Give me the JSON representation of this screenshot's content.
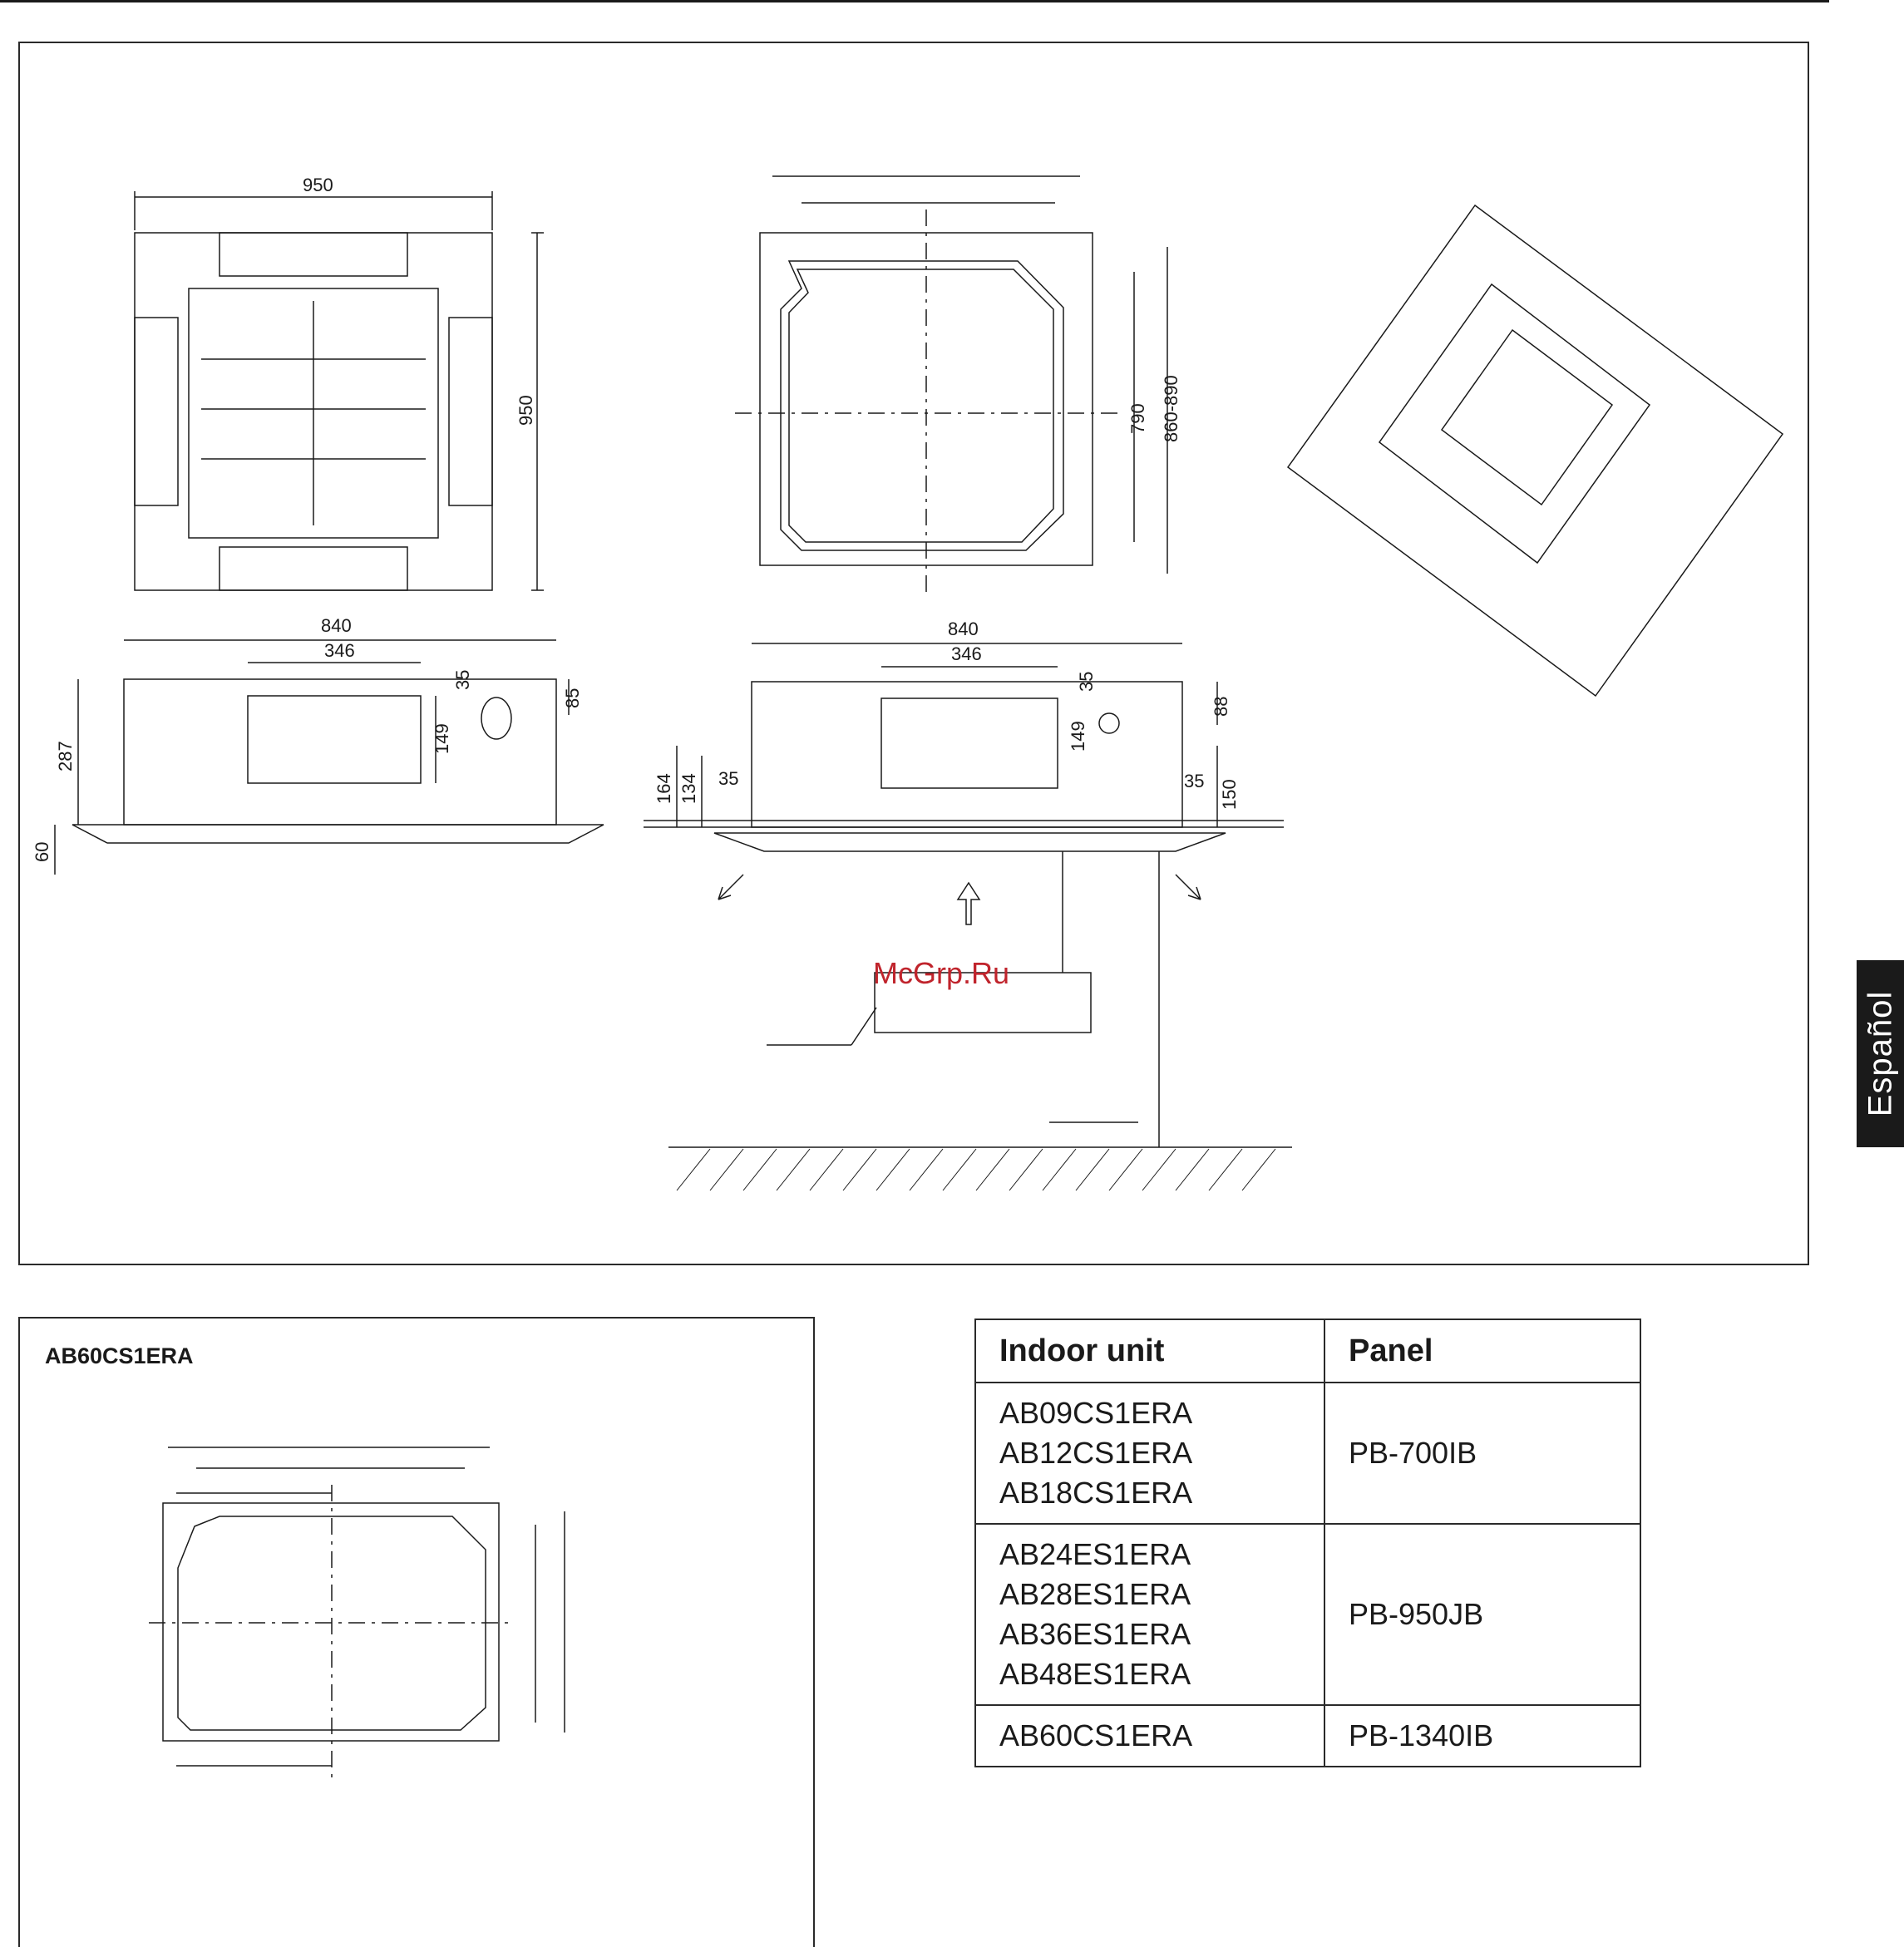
{
  "language_tab": "Español",
  "watermark": "McGrp.Ru",
  "dimensions": {
    "top_width": "950",
    "top_height": "950",
    "side_width": "840",
    "side_inner": "346",
    "side_35": "35",
    "side_149": "149",
    "side_85": "85",
    "side_287": "287",
    "side_60": "60",
    "mount_790": "790",
    "mount_860_890": "860-890",
    "front_width": "840",
    "front_inner": "346",
    "front_35": "35",
    "front_149": "149",
    "front_88": "88",
    "front_164": "164",
    "front_134": "134",
    "front_35b": "35",
    "front_35c": "35",
    "front_150": "150"
  },
  "ab60_box": {
    "title": "AB60CS1ERA"
  },
  "panel_table": {
    "headers": [
      "Indoor unit",
      "Panel"
    ],
    "rows": [
      {
        "units": [
          "AB09CS1ERA",
          "AB12CS1ERA",
          "AB18CS1ERA"
        ],
        "panel": "PB-700IB"
      },
      {
        "units": [
          "AB24ES1ERA",
          "AB28ES1ERA",
          "AB36ES1ERA",
          "AB48ES1ERA"
        ],
        "panel": "PB-950JB"
      },
      {
        "units": [
          "AB60CS1ERA"
        ],
        "panel": "PB-1340IB"
      }
    ]
  }
}
